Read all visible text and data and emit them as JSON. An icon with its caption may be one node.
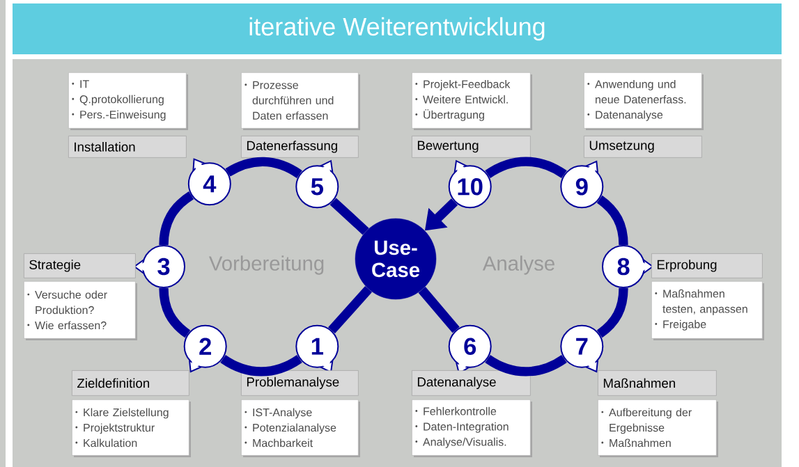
{
  "diagram": {
    "title": "iterative Weiterentwicklung",
    "nodes": [
      {
        "text": [
          "Use-Case"
        ]
      },
      {
        "text": [
          "1"
        ]
      },
      {
        "text": [
          "2"
        ]
      },
      {
        "text": [
          "3"
        ]
      },
      {
        "text": [
          "4"
        ]
      },
      {
        "text": [
          "5"
        ]
      },
      {
        "text": [
          "6"
        ]
      },
      {
        "text": [
          "7"
        ]
      },
      {
        "text": [
          "8"
        ]
      },
      {
        "text": [
          "9"
        ]
      },
      {
        "text": [
          "10"
        ]
      },
      {
        "text": [
          "Problemanalyse"
        ]
      },
      {
        "text": [
          "IST-Analyse",
          "Potenzialanalyse",
          "Machbarkeit"
        ]
      },
      {
        "text": [
          "Zieldefinition"
        ]
      },
      {
        "text": [
          "Klare Zielstellung",
          "Projektstruktur",
          "Kalkulation"
        ]
      },
      {
        "text": [
          "Strategie"
        ]
      },
      {
        "text": [
          "Versuche oder Produktion?",
          "Wie erfassen?"
        ]
      },
      {
        "text": [
          "Installation"
        ]
      },
      {
        "text": [
          "IT",
          "Q.protokollierung",
          "Pers.-Einweisung"
        ]
      },
      {
        "text": [
          "Datenerfassung"
        ]
      },
      {
        "text": [
          "Prozesse durchführen und Daten erfassen"
        ]
      },
      {
        "text": [
          "Datenanalyse"
        ]
      },
      {
        "text": [
          "Fehlerkontrolle",
          "Daten-Integration",
          "Analyse/Visualis."
        ]
      },
      {
        "text": [
          "Maßnahmen"
        ]
      },
      {
        "text": [
          "Aufbereitung der Ergebnisse",
          "Maßnahmen"
        ]
      },
      {
        "text": [
          "Erprobung"
        ]
      },
      {
        "text": [
          "Maßnahmen testen, anpassen",
          "Freigabe"
        ]
      },
      {
        "text": [
          "Umsetzung"
        ]
      },
      {
        "text": [
          "Anwendung und neue Datenerfass.",
          "Datenanalyse"
        ]
      },
      {
        "text": [
          "Bewertung"
        ]
      },
      {
        "text": [
          "Projekt-Feedback",
          "Weitere Entwickl.",
          "Übertragung"
        ]
      }
    ],
    "edges": [
      {
        "from": 0,
        "to": 1,
        "arrow": "none"
      },
      {
        "from": 1,
        "to": 2,
        "arrow": "none"
      },
      {
        "from": 2,
        "to": 3,
        "arrow": "none"
      },
      {
        "from": 3,
        "to": 4,
        "arrow": "none"
      },
      {
        "from": 4,
        "to": 5,
        "arrow": "none"
      },
      {
        "from": 5,
        "to": 0,
        "arrow": "none"
      },
      {
        "from": 0,
        "to": 6,
        "arrow": "none"
      },
      {
        "from": 6,
        "to": 7,
        "arrow": "none"
      },
      {
        "from": 7,
        "to": 8,
        "arrow": "none"
      },
      {
        "from": 8,
        "to": 9,
        "arrow": "none"
      },
      {
        "from": 9,
        "to": 10,
        "arrow": "none"
      },
      {
        "from": 10,
        "to": 0,
        "arrow": "to"
      }
    ],
    "labels": [
      "Vorbereitung",
      "Analyse"
    ]
  }
}
